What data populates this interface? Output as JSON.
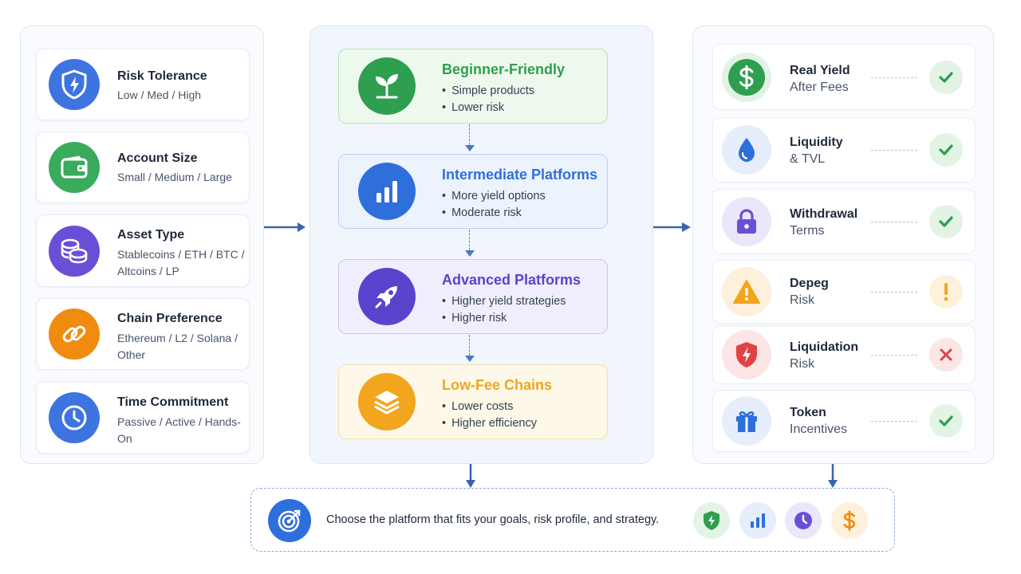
{
  "factors": [
    {
      "title": "Risk Tolerance",
      "desc": "Low / Med / High",
      "icon": "shield-icon",
      "color": "#3d74e0"
    },
    {
      "title": "Account Size",
      "desc": "Small / Medium / Large",
      "icon": "wallet-icon",
      "color": "#3aaa5c"
    },
    {
      "title": "Asset Type",
      "desc": "Stablecoins / ETH / BTC / Altcoins / LP",
      "icon": "coins-icon",
      "color": "#6a4fd6"
    },
    {
      "title": "Chain Preference",
      "desc": "Ethereum / L2 / Solana / Other",
      "icon": "link-icon",
      "color": "#ef8c10"
    },
    {
      "title": "Time Commitment",
      "desc": "Passive / Active / Hands-On",
      "icon": "clock-icon",
      "color": "#3d74e0"
    }
  ],
  "tiers": [
    {
      "title": "Beginner-Friendly",
      "bullets": [
        "Simple products",
        "Lower risk"
      ],
      "icon": "sprout-icon",
      "color": "#2e9e4f",
      "bg": "#eef9ee",
      "border": "#b7e2bc"
    },
    {
      "title": "Intermediate Platforms",
      "bullets": [
        "More yield options",
        "Moderate risk"
      ],
      "icon": "bar-chart-icon",
      "color": "#2f6fdc",
      "bg": "#edf3fd",
      "border": "#bcd0f1"
    },
    {
      "title": "Advanced Platforms",
      "bullets": [
        "Higher yield strategies",
        "Higher risk"
      ],
      "icon": "rocket-icon",
      "color": "#5a43cc",
      "bg": "#f0eefc",
      "border": "#cbc4ef"
    },
    {
      "title": "Low-Fee Chains",
      "bullets": [
        "Lower costs",
        "Higher efficiency"
      ],
      "icon": "layers-icon",
      "color": "#f2a51d",
      "bg": "#fef8e9",
      "border": "#f6dfa6"
    }
  ],
  "criteria": [
    {
      "line1": "Real Yield",
      "line2": "After Fees",
      "icon": "dollar-icon",
      "status": "check",
      "color": "#2e9e4f"
    },
    {
      "line1": "Liquidity",
      "line2": "& TVL",
      "icon": "droplet-icon",
      "status": "check",
      "color": "#2f6fdc"
    },
    {
      "line1": "Withdrawal",
      "line2": "Terms",
      "icon": "lock-icon",
      "status": "check",
      "color": "#6a4fd6"
    },
    {
      "line1": "Depeg",
      "line2": "Risk",
      "icon": "warning-icon",
      "status": "caution",
      "color": "#f2a51d"
    },
    {
      "line1": "Liquidation",
      "line2": "Risk",
      "icon": "shield-bolt-icon",
      "status": "cross",
      "color": "#e04343"
    },
    {
      "line1": "Token",
      "line2": "Incentives",
      "icon": "gift-icon",
      "status": "check",
      "color": "#2f6fdc"
    }
  ],
  "bottom": {
    "text": "Choose the platform that fits your goals, risk profile, and strategy.",
    "badges": [
      "shield-check-icon",
      "bar-chart-icon",
      "clock-icon",
      "dollar-icon"
    ]
  }
}
